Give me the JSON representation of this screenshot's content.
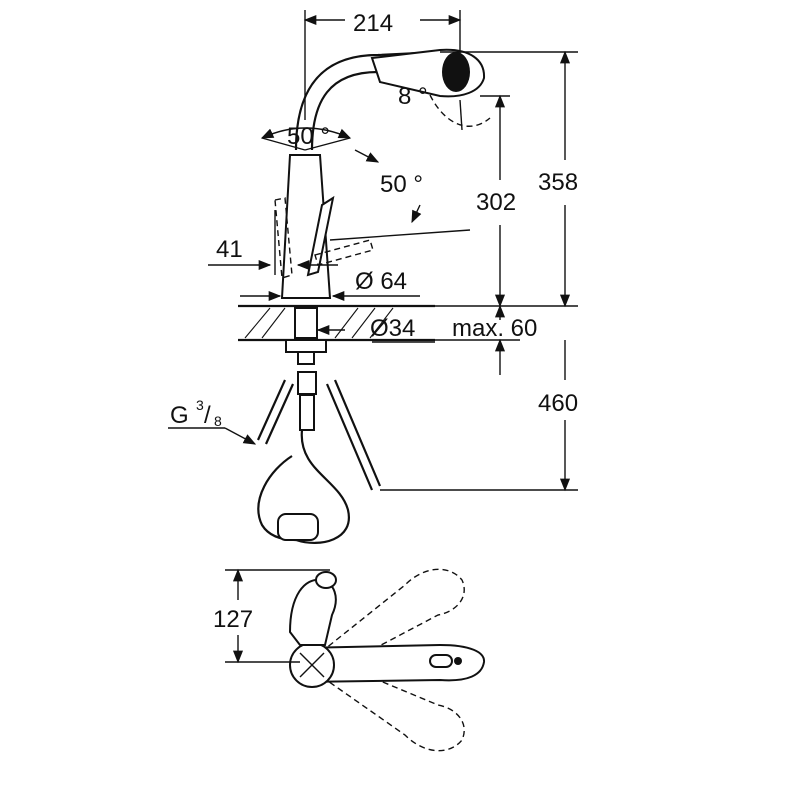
{
  "dimensions": {
    "spout_reach": "214",
    "spray_angle": "8 °",
    "swivel_angle": "50 °",
    "lever_angle": "50 °",
    "overall_height": "358",
    "spout_height": "302",
    "lever_offset": "41",
    "base_diameter": "Ø 64",
    "hole_diameter": "Ø34",
    "deck_thickness": "max. 60",
    "hose_length": "460",
    "connection_thread": "G",
    "connection_fraction_num": "3",
    "connection_fraction_den": "8",
    "plan_depth": "127"
  }
}
